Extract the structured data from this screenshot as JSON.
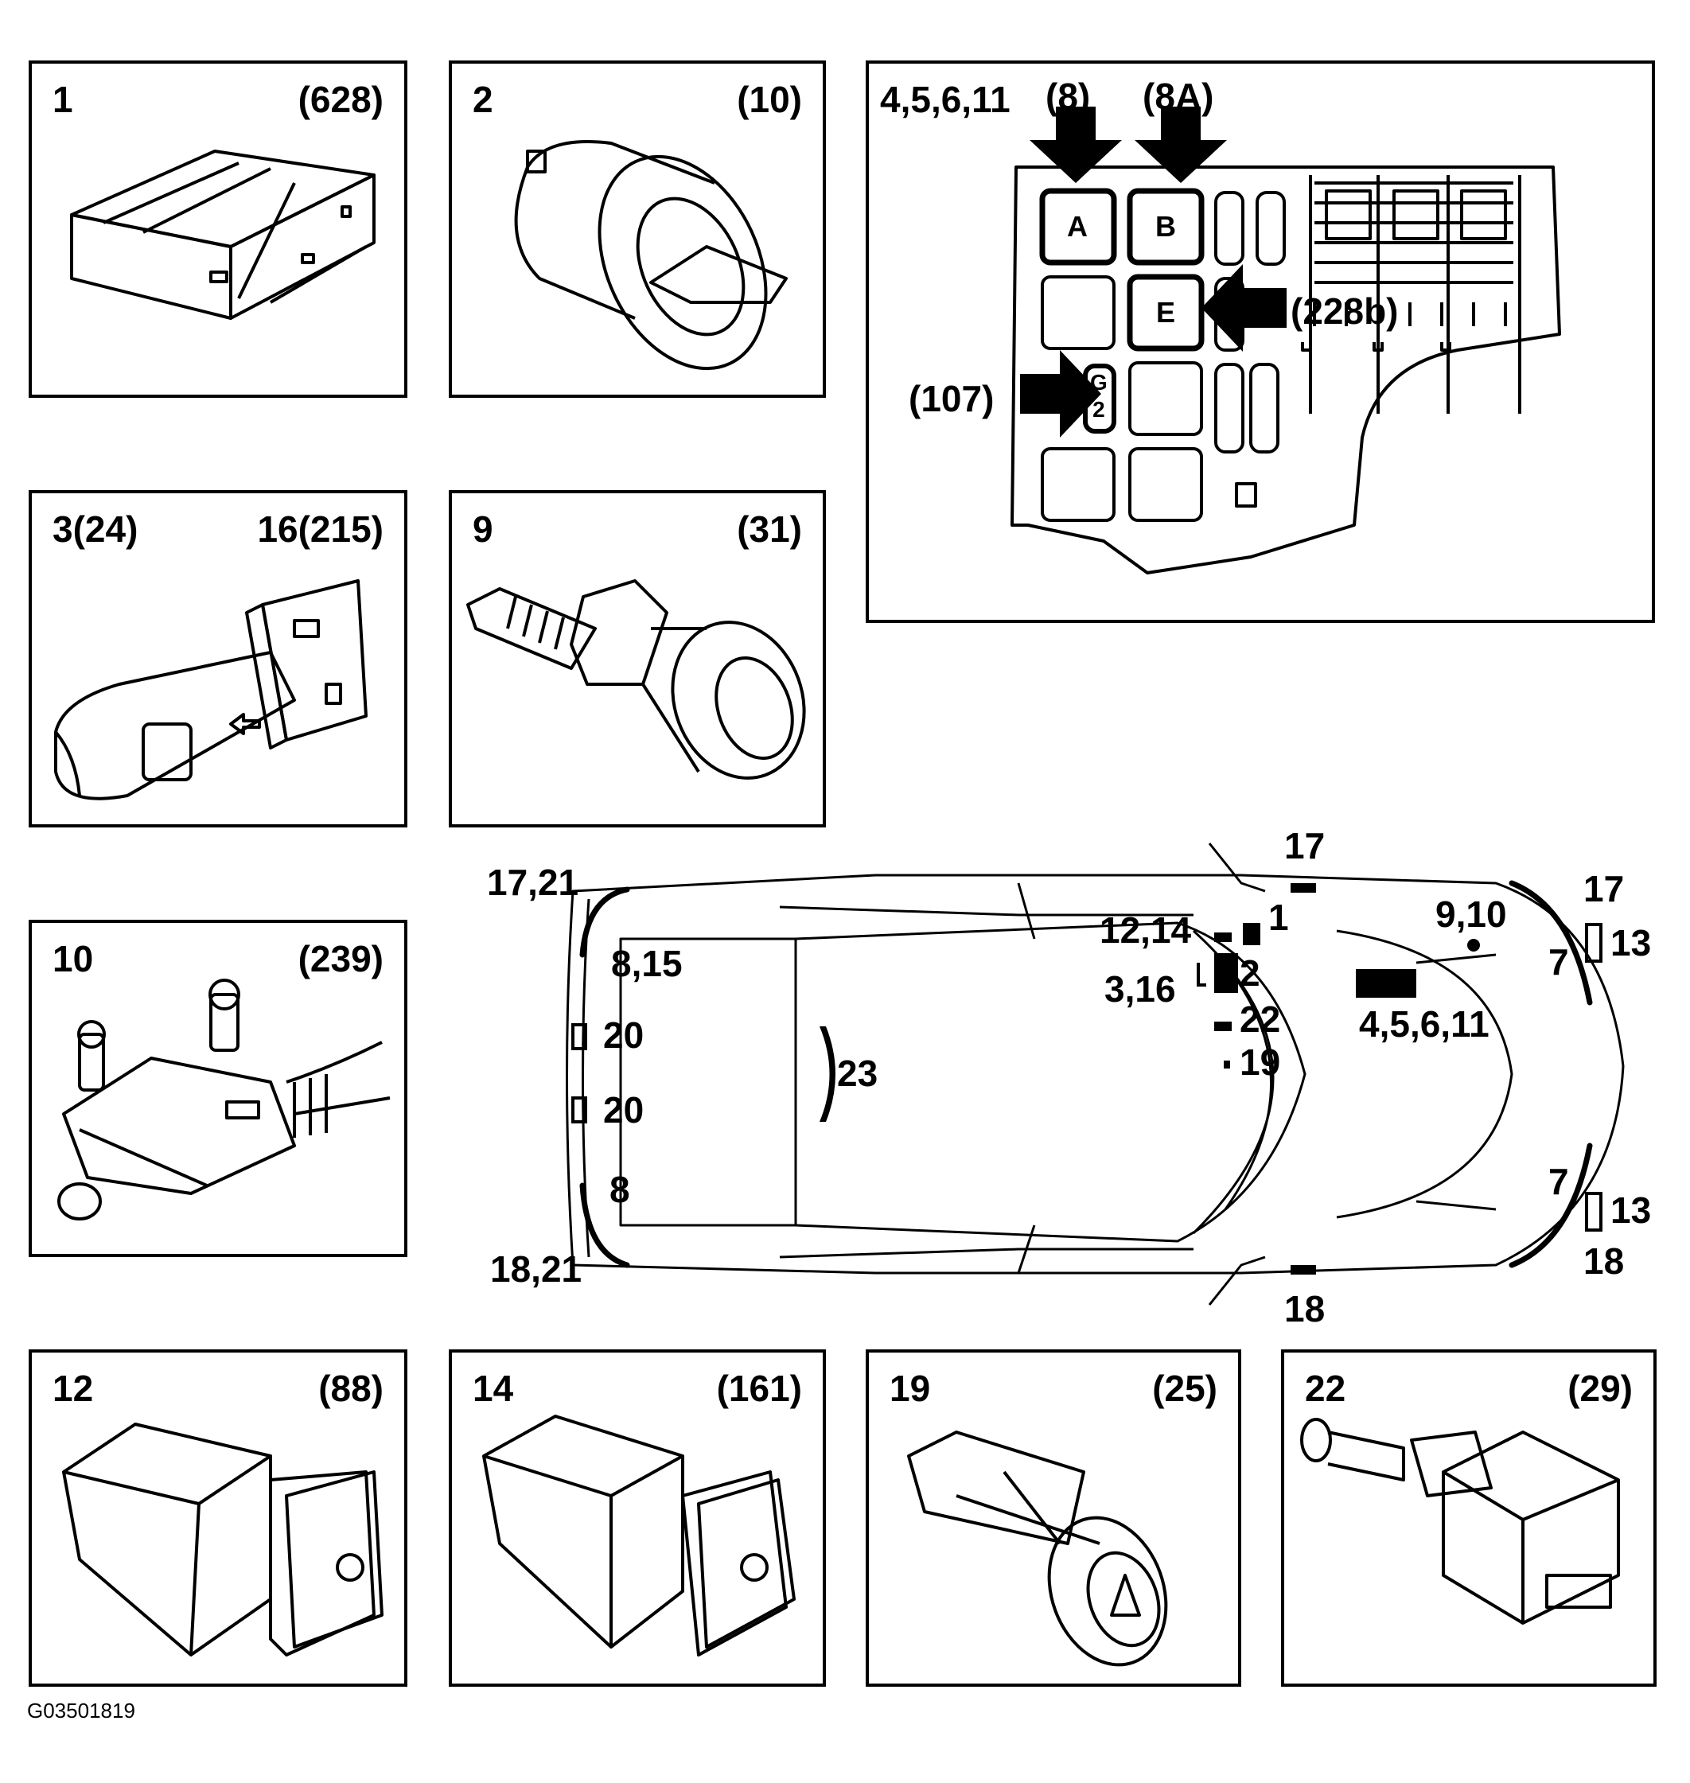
{
  "panels": {
    "p1": {
      "left": "1",
      "right": "(628)",
      "art": "control-module"
    },
    "p2": {
      "left": "2",
      "right": "(10)",
      "art": "light-switch"
    },
    "p3": {
      "left": "3(24)",
      "right": "16(215)",
      "art": "stalk-switch"
    },
    "p9": {
      "left": "9",
      "right": "(31)",
      "art": "reverse-switch"
    },
    "p10": {
      "left": "10",
      "right": "(239)",
      "art": "wiper-motor"
    },
    "p12": {
      "left": "12",
      "right": "(88)",
      "art": "fog-lamp-switch"
    },
    "p14": {
      "left": "14",
      "right": "(161)",
      "art": "rear-fog-switch"
    },
    "p19": {
      "left": "19",
      "right": "(25)",
      "art": "hazard-switch"
    },
    "p22": {
      "left": "22",
      "right": "(29)",
      "art": "brake-light-switch"
    }
  },
  "fusebox": {
    "title": "4,5,6,11",
    "arrow_8": "(8)",
    "arrow_8a": "(8A)",
    "arrow_228b": "(228b)",
    "arrow_107": "(107)",
    "relay_a": "A",
    "relay_b": "B",
    "relay_e": "E",
    "relay_g2": "G\n2"
  },
  "car_labels": {
    "l17_21": "17,21",
    "l17_top": "17",
    "l17_right": "17",
    "l1": "1",
    "l12_14": "12,14",
    "l9_10": "9,10",
    "l13a": "13",
    "l7a": "7",
    "l8_15": "8,15",
    "l2": "2",
    "l3_16": "3,16",
    "l22": "22",
    "l4_5_6_11": "4,5,6,11",
    "l20a": "20",
    "l23": "23",
    "l19": "19",
    "l20b": "20",
    "l8": "8",
    "l7b": "7",
    "l13b": "13",
    "l18_21": "18,21",
    "l18_bottom": "18",
    "l18_right": "18"
  },
  "figure_code": "G03501819"
}
